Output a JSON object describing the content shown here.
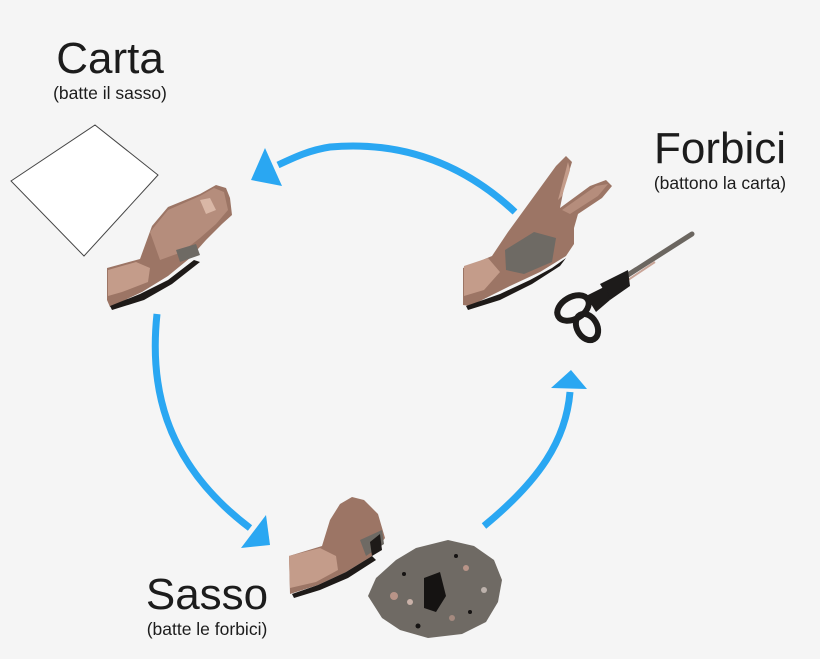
{
  "diagram": {
    "type": "cycle",
    "arrow_color": "#2aa7f2",
    "background": "#f5f5f5",
    "nodes": [
      {
        "id": "carta",
        "title": "Carta",
        "subtitle": "(batte il sasso)",
        "icons": [
          "paper-hand-icon",
          "paper-sheet-icon"
        ]
      },
      {
        "id": "forbici",
        "title": "Forbici",
        "subtitle": "(battono la carta)",
        "icons": [
          "scissors-hand-icon",
          "scissors-icon"
        ]
      },
      {
        "id": "sasso",
        "title": "Sasso",
        "subtitle": "(batte le forbici)",
        "icons": [
          "rock-hand-icon",
          "rock-icon"
        ]
      }
    ],
    "edges": [
      {
        "from": "forbici",
        "to": "carta"
      },
      {
        "from": "carta",
        "to": "sasso"
      },
      {
        "from": "sasso",
        "to": "forbici"
      }
    ]
  }
}
